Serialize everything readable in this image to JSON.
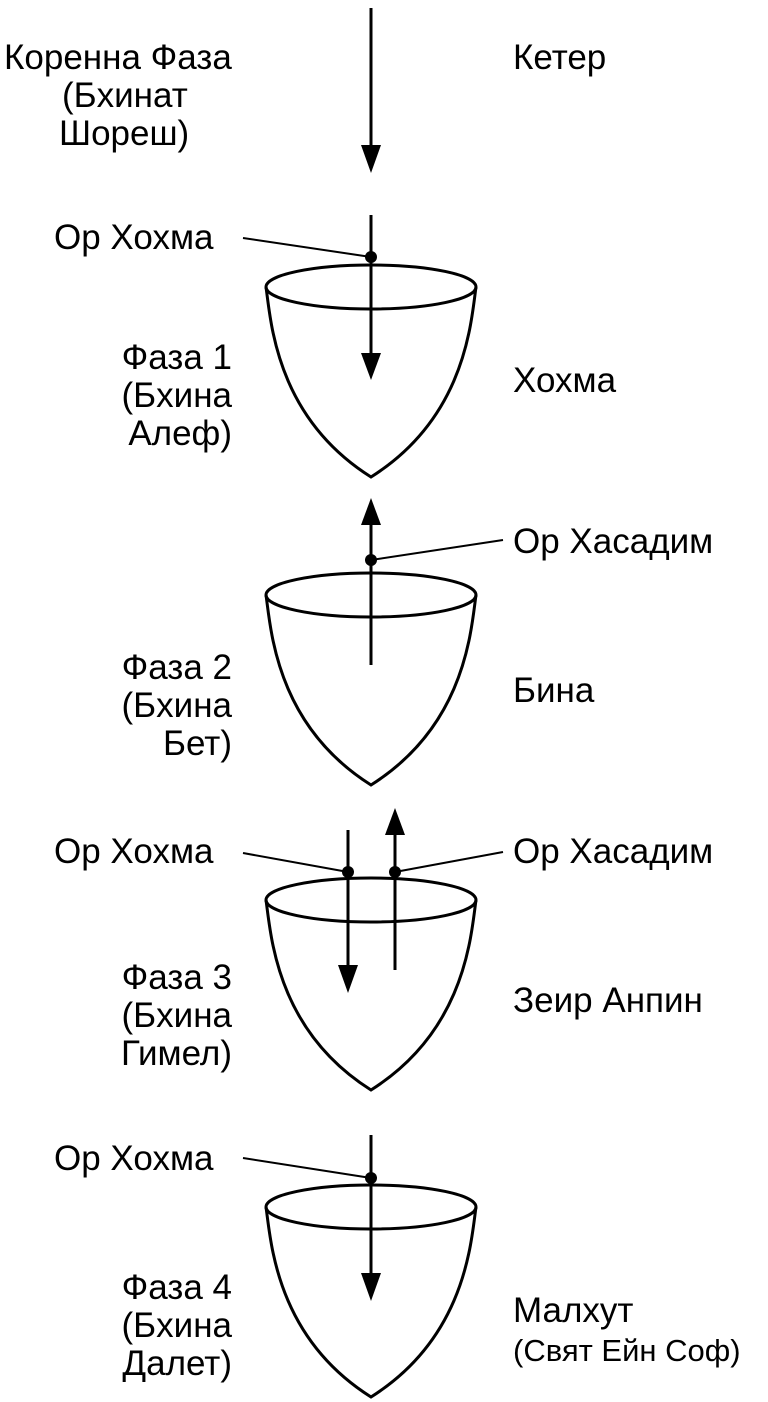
{
  "root_phase": {
    "line1": "Коренна Фаза",
    "line2": "(Бхинат",
    "line3": "Шореш)"
  },
  "keter": "Кетер",
  "phases": [
    {
      "line1": "Фаза 1",
      "line2": "(Бхина",
      "line3": "Алеф)",
      "sefira": "Хохма"
    },
    {
      "line1": "Фаза 2",
      "line2": "(Бхина",
      "line3": "Бет)",
      "sefira": "Бина"
    },
    {
      "line1": "Фаза 3",
      "line2": "(Бхина",
      "line3": "Гимел)",
      "sefira": "Зеир Анпин"
    },
    {
      "line1": "Фаза 4",
      "line2": "(Бхина",
      "line3": "Далет)",
      "sefira": "Малхут",
      "sefira_sub": "(Свят Ейн Соф)"
    }
  ],
  "lights": {
    "phase1_in": "Ор Хохма",
    "phase2_out": "Ор Хасадим",
    "phase3_in": "Ор Хохма",
    "phase3_out": "Ор Хасадим",
    "phase4_in": "Ор Хохма"
  }
}
